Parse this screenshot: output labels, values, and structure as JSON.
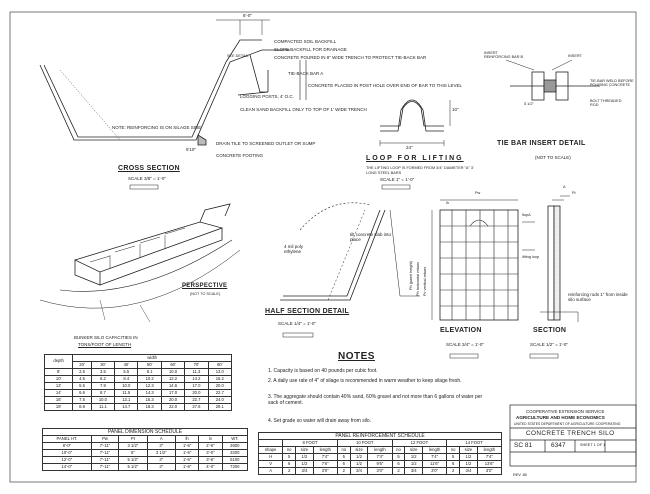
{
  "drawing": {
    "cross_section": {
      "title": "CROSS SECTION",
      "scale": "SCALE  3/8\" = 1'-0\"",
      "dim_top": "6'-0\"",
      "dim_side": "SEE DETAIL",
      "dim_bottom": "5'10\"",
      "callouts": [
        "COMPACTED SOIL BACKFILL",
        "SLOPE BACKFILL FOR DRAINAGE",
        "CONCRETE POURED IN 8\" WIDE TRENCH TO PROTECT TIE-BACK BAR",
        "TIE-BACK BAR A",
        "LOGGING POSTS, 4' O.C.",
        "CONCRETE PLACED IN POST HOLE OVER END OF BAR TO THIS LEVEL",
        "CLEAN SAND BACKFILL ONLY TO TOP OF 1' WIDE TRENCH",
        "DRAIN TILE TO SCREENED OUTLET OR SUMP",
        "CONCRETE FOOTING",
        "NOTE: REINFORCING IS ON SILAGE SIDE"
      ]
    },
    "loop": {
      "title": "LOOP FOR LIFTING",
      "desc": "THE LIFTING LOOP IS FORMED FROM 3/4\" DIAMETER \"A\" 3' LONG STEEL BARS",
      "scale": "SCALE  1\" = 1'-0\"",
      "dim_w": "24\"",
      "dim_h": "10\""
    },
    "tie_bar": {
      "title": "TIE BAR INSERT DETAIL",
      "note": "(NOT TO SCALE)",
      "callouts": [
        "INSERT REINFORCING BAR B",
        "INSERT",
        "TIE-BAR WELD BEFORE POURING CONCRETE",
        "BOLT THREADED ROD"
      ],
      "dim": "5 1/2\""
    },
    "perspective": {
      "title": "PERSPECTIVE",
      "note": "(NOT TO SCALE)"
    },
    "half_section": {
      "title": "HALF SECTION DETAIL",
      "scale": "SCALE  1/4\" = 1'-0\"",
      "callouts": [
        "tilt concrete slab into place",
        "4 mil poly ethylene"
      ]
    },
    "elevation": {
      "title": "ELEVATION",
      "scale": "SCALE  3/4\" = 1'-0\"",
      "labels": [
        "Pw",
        "lh",
        "ltopA",
        "lifting loop",
        "Ph (panel height)",
        "Ph horizontal rebars",
        "Pv vertical rebars"
      ]
    },
    "section": {
      "title": "SECTION",
      "scale": "SCALE  1/2\" = 1'-0\"",
      "callouts": [
        "reinforcing rods 1\" from inside silo surface"
      ],
      "labels": [
        "A",
        "Pt"
      ]
    },
    "notes": {
      "title": "NOTES",
      "items": [
        "1.  Capacity is based on 40 pounds per cubic foot.",
        "2.  A daily use rate of 4\" of silage is recommended in warm weather to keep silage fresh.",
        "3.  The aggregate should contain 40% sand, 60% gravel and not more than 6 gallons of water per sack of cement.",
        "4.  Set grade so water will drain away from silo."
      ]
    },
    "capacity": {
      "title_1": "BUNKER SILO CAPACITIES IN",
      "title_2": "TONS/FOOT OF LENGTH",
      "width_label": "width",
      "depth_label": "depth",
      "columns": [
        "20'",
        "30'",
        "40'",
        "50'",
        "60'",
        "70'",
        "80'"
      ],
      "rows": [
        [
          "8'",
          "2.5",
          "3.5",
          "5.5",
          "8.1",
          "10.0",
          "11.3",
          "13.0"
        ],
        [
          "10'",
          "4.5",
          "6.2",
          "8.4",
          "10.2",
          "12.2",
          "14.2",
          "16.2"
        ],
        [
          "12'",
          "5.5",
          "7.9",
          "10.0",
          "12.3",
          "14.6",
          "17.0",
          "20.0"
        ],
        [
          "14'",
          "6.6",
          "8.7",
          "11.5",
          "14.3",
          "17.0",
          "20.0",
          "22.7"
        ],
        [
          "16'",
          "7.5",
          "10.0",
          "13.1",
          "16.3",
          "20.0",
          "22.7",
          "24.0"
        ],
        [
          "18'",
          "8.8",
          "11.1",
          "14.7",
          "18.3",
          "22.0",
          "27.6",
          "29.1"
        ]
      ]
    },
    "panel_dim": {
      "title": "PANEL   DIMENSION   SCHEDULE",
      "headers": [
        "PANEL HT.",
        "Pw",
        "Pt",
        "A",
        "lh",
        "lv",
        "WT."
      ],
      "rows": [
        [
          "8'-0\"",
          "7'-11\"",
          "3 1/2\"",
          "3\"",
          "1'-6\"",
          "2'-6\"",
          "2600"
        ],
        [
          "10'-0\"",
          "7'-11\"",
          "5\"",
          "3 1/2\"",
          "1'-6\"",
          "3'-0\"",
          "3200"
        ],
        [
          "12'-0\"",
          "7'-11\"",
          "5 1/2\"",
          "3\"",
          "1'-6\"",
          "3'-6\"",
          "5100"
        ],
        [
          "14'-0\"",
          "7'-11\"",
          "5 1/2\"",
          "3\"",
          "1'-6\"",
          "4'-0\"",
          "7200"
        ]
      ]
    },
    "reinforcement": {
      "title": "PANEL   REINFORCEMENT   SCHEDULE",
      "groups": [
        "8  FOOT",
        "10  FOOT",
        "12  FOOT",
        "14  FOOT"
      ],
      "subheaders": [
        "no",
        "size",
        "length"
      ],
      "shape_label": "shape",
      "rows": [
        [
          "H",
          "5",
          "1/2",
          "7'4\"",
          "5",
          "1/2",
          "7'4\"",
          "5",
          "1/2",
          "7'4\"",
          "5",
          "1/2",
          "7'4\""
        ],
        [
          "V",
          "6",
          "1/2",
          "7'6\"",
          "6",
          "1/2",
          "9'6\"",
          "6",
          "1/2",
          "11'6\"",
          "6",
          "1/2",
          "13'6\""
        ],
        [
          "A",
          "2",
          "3/4",
          "3'0\"",
          "2",
          "3/4",
          "3'0\"",
          "2",
          "3/4",
          "3'0\"",
          "2",
          "3/4",
          "3'0\""
        ]
      ]
    },
    "title_block": {
      "org_1": "COOPERATIVE EXTENSION SERVICE",
      "org_2": "AGRICULTURE AND HOME ECONOMICS",
      "org_3": "UNITED STATES DEPARTMENT OF AGRICULTURE COOPERATING",
      "title": "CONCRETE TRENCH SILO",
      "sheet_no_prefix": "SC 81",
      "drawing_no": "6347",
      "sheet": "SHEET 1 OF 1",
      "rev": "REV. 85"
    }
  }
}
